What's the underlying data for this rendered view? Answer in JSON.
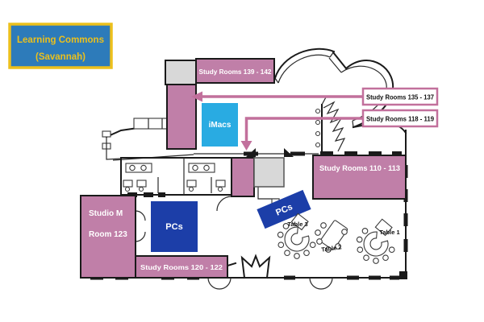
{
  "legend": {
    "line1": "Learning Commons",
    "line2": "(Savannah)"
  },
  "labels": {
    "study_rooms_139_142": "Study Rooms 139 - 142",
    "imacs": "iMacs",
    "study_rooms_110_113": "Study Rooms 110 - 113",
    "studio_m_line1": "Studio M",
    "studio_m_line2": "Room 123",
    "pcs_left": "PCs",
    "pcs_center": "PCs",
    "study_rooms_120_122": "Study Rooms 120 - 122"
  },
  "callouts": {
    "study_rooms_135_137": "Study Rooms 135 - 137",
    "study_rooms_118_119": "Study Rooms 118 - 119"
  },
  "tables": {
    "table_1": "Table 1",
    "table_2": "Table 2",
    "table_3": "Table 3"
  },
  "colors": {
    "room_pink": "#c07fa8",
    "callout_pink": "#c2709c",
    "pc_blue": "#1c3ea8",
    "imac_cyan": "#29abe2",
    "legend_blue": "#2d7bba",
    "legend_yellow": "#ecc01c",
    "stair_gray": "#d8d8d8"
  }
}
